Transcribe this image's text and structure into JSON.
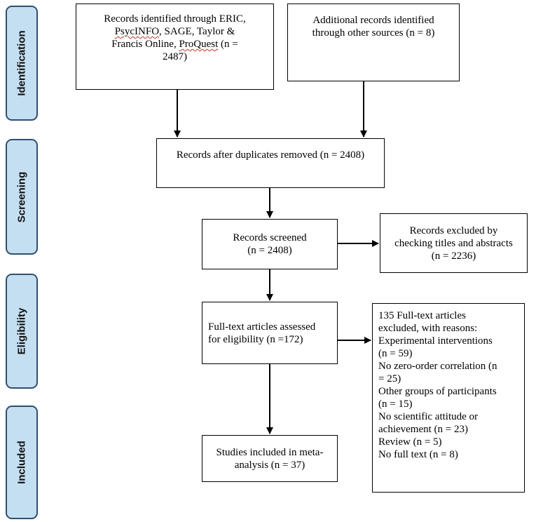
{
  "stages": {
    "identification": "Identification",
    "screening": "Screening",
    "eligibility": "Eligibility",
    "included": "Included"
  },
  "boxes": {
    "records_identified_line1": "Records identified through ERIC,",
    "records_identified_psyc": "PsycINFO",
    "records_identified_mid": ", SAGE, Taylor &\nFrancis Online, ",
    "records_identified_proquest": "ProQuest",
    "records_identified_end": " (n =\n2487)",
    "additional_records": "Additional records identified\nthrough other sources (n = 8)",
    "after_duplicates": "Records after duplicates removed (n = 2408)",
    "screened": "Records screened\n(n = 2408)",
    "excluded_titles": "Records excluded by\nchecking titles and abstracts\n(n = 2236)",
    "full_text_assessed": "Full-text articles assessed\nfor eligibility (n =172)",
    "full_text_excluded": "135 Full-text articles\nexcluded, with reasons:\nExperimental interventions\n(n = 59)\nNo zero-order correlation (n\n= 25)\nOther groups of participants\n(n = 15)\nNo scientific attitude or\nachievement (n = 23)\nReview (n = 5)\nNo full text (n = 8)",
    "included_studies": "Studies included in meta-\nanalysis (n = 37)"
  }
}
